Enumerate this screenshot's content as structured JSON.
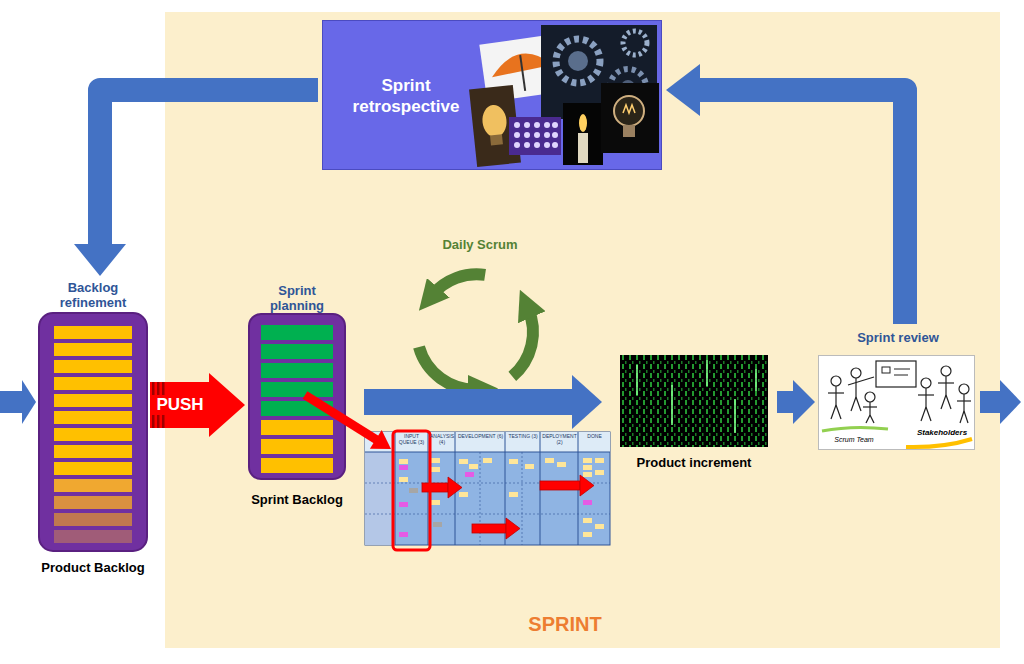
{
  "diagram": {
    "nodes": [
      {
        "text": [
          "SPRINT"
        ]
      },
      {
        "text": [
          "Sprint retrospective"
        ],
        "in": 0
      },
      {
        "text": [
          "Backlog refinement",
          "Product Backlog"
        ]
      },
      {
        "text": [
          "Sprint planning",
          "Sprint Backlog"
        ],
        "in": 0
      },
      {
        "text": [
          "Product increment"
        ],
        "in": 0
      },
      {
        "text": [
          "Sprint review",
          "Scrum Team",
          "Stakeholders"
        ],
        "in": 0
      }
    ],
    "edges": [
      {
        "from": 2,
        "to": 3,
        "label": "PUSH",
        "arrow": "to"
      },
      {
        "from": 3,
        "to": 4,
        "arrow": "to"
      },
      {
        "from": 4,
        "to": 5,
        "arrow": "to"
      },
      {
        "from": 5,
        "to": 1,
        "arrow": "to"
      },
      {
        "from": 1,
        "to": 2,
        "arrow": "to"
      }
    ],
    "labels": [
      "Daily Scrum",
      "INPUT QUEUE (3)",
      "ANALYSIS (4)",
      "DEVELOPMENT (6)",
      "TESTING (3)",
      "DEPLOYMENT (2)",
      "DONE"
    ]
  }
}
